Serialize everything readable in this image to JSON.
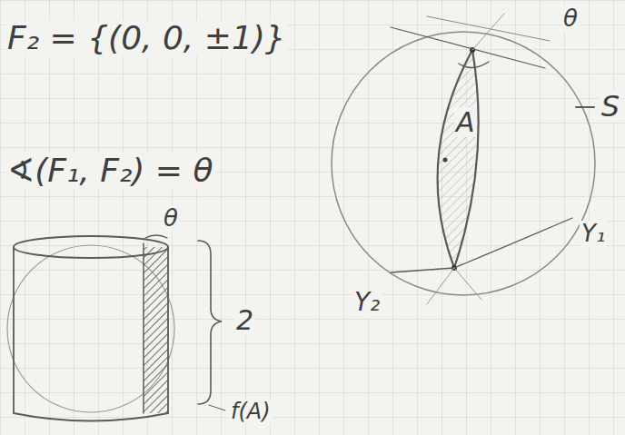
{
  "diagram": {
    "labels": [
      "F₂ = {(0, 0, ±1)}",
      "∢(F₁, F₂) = θ",
      "θ",
      "A",
      "S",
      "Y₁",
      "Y₂",
      "θ",
      "2",
      "f(A)"
    ]
  }
}
